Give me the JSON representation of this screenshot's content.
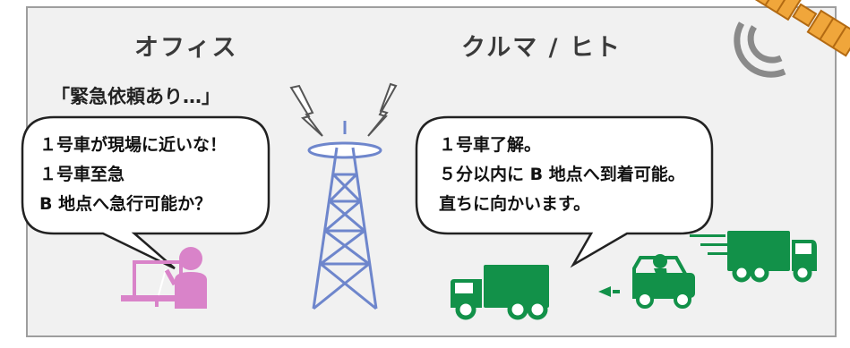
{
  "office": {
    "heading": "オフィス",
    "urgent_label": "「緊急依頼あり…」",
    "message_lines": [
      "１号車が現場に近いな！",
      "１号車至急",
      "B 地点へ急行可能か？"
    ]
  },
  "vehicle": {
    "heading": "クルマ / ヒト",
    "message_lines": [
      "１号車了解。",
      "５分以内に B 地点へ到着可能。",
      "直ちに向かいます。"
    ]
  },
  "colors": {
    "office_accent": "#d983c9",
    "tower": "#6e86cc",
    "wave": "#8a8a8a",
    "vehicle": "#129149",
    "satellite": "#f0a63b"
  },
  "icons": [
    "satellite-icon",
    "signal-waves-icon",
    "radio-tower-icon",
    "office-worker-icon",
    "truck-icon",
    "forklift-icon"
  ]
}
